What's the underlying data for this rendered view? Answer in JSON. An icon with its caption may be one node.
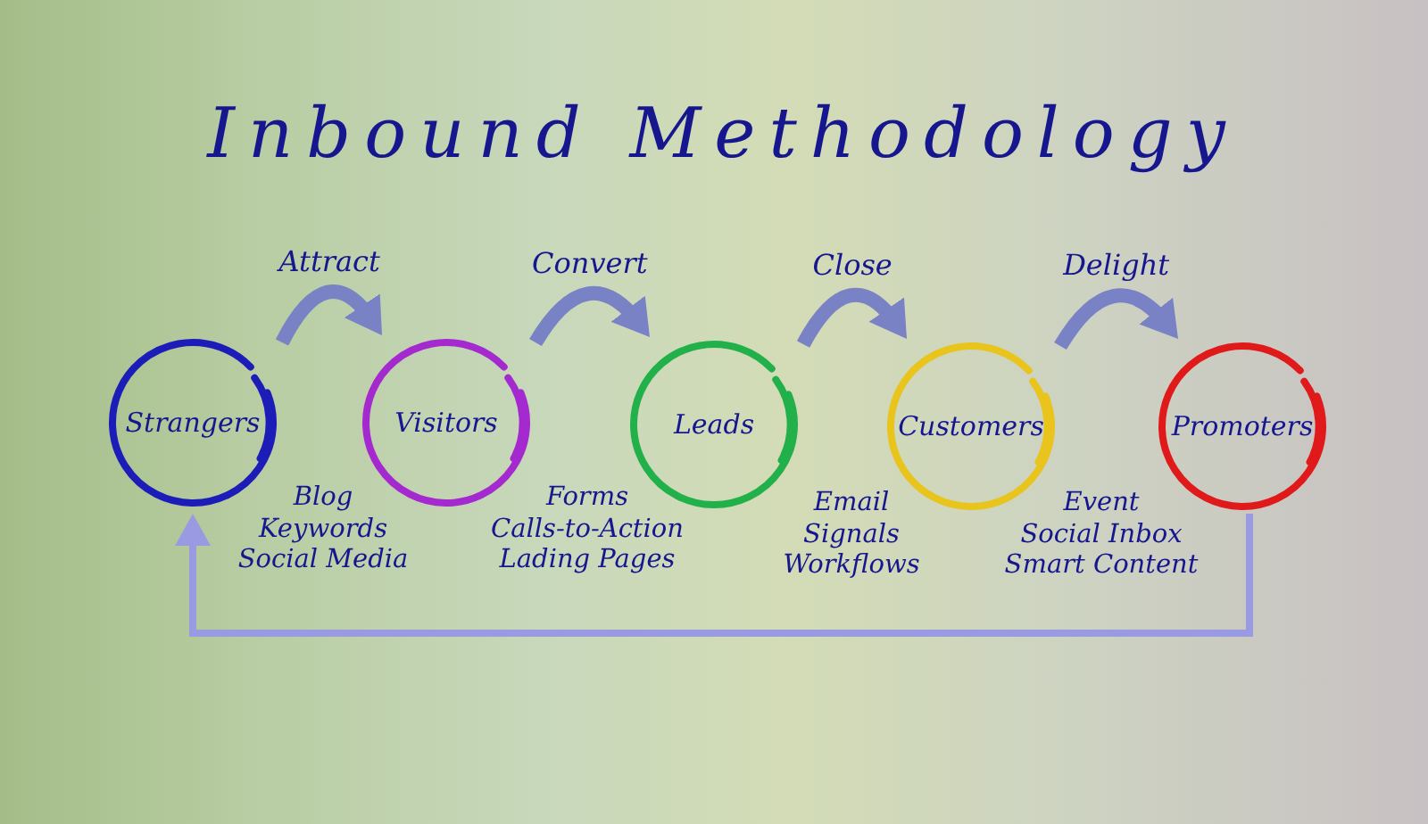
{
  "diagram": {
    "title": "Inbound Methodology",
    "nodes": [
      {
        "text": [
          "Strangers"
        ]
      },
      {
        "text": [
          "Visitors"
        ]
      },
      {
        "text": [
          "Leads"
        ]
      },
      {
        "text": [
          "Customers"
        ]
      },
      {
        "text": [
          "Promoters"
        ]
      }
    ],
    "edges": [
      {
        "from": 0,
        "to": 1,
        "arrow": "to",
        "label": "Attract"
      },
      {
        "from": 1,
        "to": 2,
        "arrow": "to",
        "label": "Convert"
      },
      {
        "from": 2,
        "to": 3,
        "arrow": "to",
        "label": "Close"
      },
      {
        "from": 3,
        "to": 4,
        "arrow": "to",
        "label": "Delight"
      },
      {
        "from": 4,
        "to": 0,
        "arrow": "to",
        "color": "#9a9ae2"
      }
    ],
    "labels": [
      "Blog",
      "Keywords",
      "Social Media",
      "Forms",
      "Calls-to-Action",
      "Lading Pages",
      "Email",
      "Signals",
      "Workflows",
      "Event",
      "Social Inbox",
      "Smart Content"
    ]
  }
}
